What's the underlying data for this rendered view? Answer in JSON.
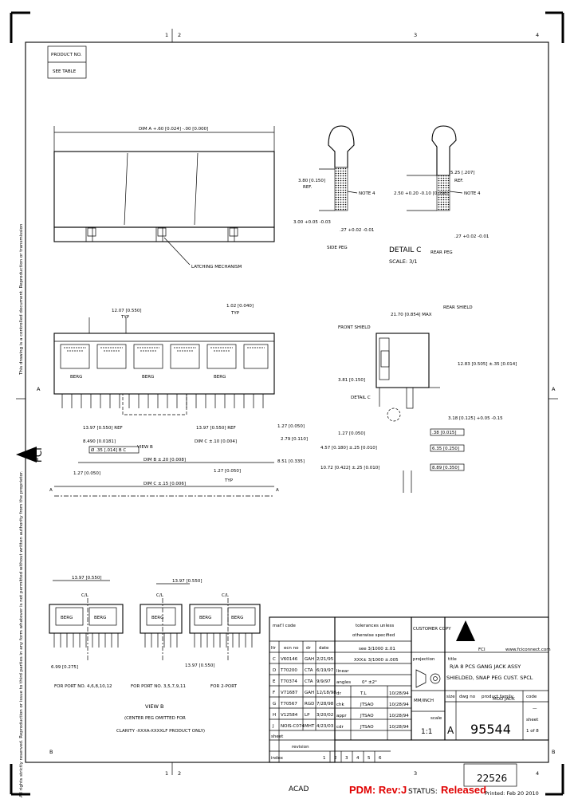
{
  "zones": {
    "top": [
      "1",
      "2",
      "3",
      "4"
    ],
    "left": [
      "A",
      "B"
    ]
  },
  "product_box": {
    "label": "PRODUCT NO.",
    "value": "SEE TABLE"
  },
  "detail": {
    "title": "DETAIL C",
    "scale": "SCALE: 3/1",
    "side_peg": "SIDE PEG",
    "rear_peg": "REAR PEG",
    "note4": "NOTE 4",
    "ref": "REF.",
    "dim1": "3.80 [0.150]",
    "dim2": "3.00 +0.05 -0.03",
    "dim3": "2.50 +0.20 -0.10 [0.098]",
    "dim4": "5.25 [.207]",
    "dim5": ".27 +0.02 -0.01"
  },
  "top_view": {
    "dim_a": "DIM A +.60 [0.024] -.00 [0.000]",
    "latching": "LATCHING MECHANISM"
  },
  "front_view": {
    "berg_labels": [
      "BERG",
      "BERG",
      "BERG"
    ],
    "dims": [
      "12.07 [0.550]",
      "TYP",
      "1.02 [0.040]",
      "TYP",
      "13.97 [0.550] REF",
      "13.97 [0.550] REF",
      "8.490 [0.0181]",
      "Ø .35 [.014] B C",
      "VIEW B",
      "DIM C ±.10 [0.004]",
      "DIM B ±.20 [0.008]",
      "1.27 [0.050]",
      "1.27 [0.050]",
      "DIM C ±.15 [0.006]",
      "1.27 [0.050]",
      "2.79 [0.110]",
      "8.51 [0.335]",
      "1.27 [0.050]",
      "TYP"
    ]
  },
  "side_view": {
    "rear_shield": "REAR SHIELD",
    "front_shield": "FRONT SHIELD",
    "detail_c": "DETAIL C",
    "dims": [
      "21.70 [0.854] MAX",
      "12.83 [0.505] ±.35 [0.014]",
      "3.81 [0.150]",
      "1.27 [0.050]",
      "3.18 [0.125] +0.05 -0.15",
      ".38 [0.015]",
      "4.57 [0.180] ±.25 [0.010]",
      "6.35 [0.250]",
      "10.72 [0.422] ±.25 [0.010]",
      "8.89 [0.350]"
    ]
  },
  "view_b": {
    "dims": [
      "13.97 [0.550]",
      "6.99 [0.275]",
      "13.97 [0.550]",
      "13.97 [0.550]"
    ],
    "cl": "C/L",
    "ports": [
      "FOR PORT NO. 4,6,8,10,12",
      "FOR PORT NO. 3,5,7,9,11",
      "FOR 2-PORT"
    ],
    "title": "VIEW B",
    "note1": "(CENTER PEG OMITTED FOR",
    "note2": "CLARITY -XXXA-XXXXLF PRODUCT ONLY)"
  },
  "side_text": {
    "left_top": "This drawing is a controlled document. Reproduction or transmission",
    "left_bottom": "All rights strictly reserved. Reproduction or issue to third parties in any form whatever is not permitted without written authority from the proprietor.",
    "logo": "FCI"
  },
  "revisions": {
    "header": [
      "ltr",
      "ecn no",
      "dr",
      "date"
    ],
    "rows": [
      [
        "C",
        "V60146",
        "GAH",
        "2/21/95"
      ],
      [
        "D",
        "T70200",
        "CTA",
        "6/19/97"
      ],
      [
        "E",
        "T70374",
        "CTA",
        "9/9/97"
      ],
      [
        "F",
        "V71687",
        "GAH",
        "12/18/98"
      ],
      [
        "G",
        "T70567",
        "RGD",
        "7/28/98"
      ],
      [
        "H",
        "V12584",
        "LP",
        "3/20/02"
      ],
      [
        "J",
        "NOIS-C074",
        "MHT",
        "4/23/03"
      ]
    ],
    "matl": "mat'l code",
    "sheet": "sheet",
    "revision": "revision",
    "index": "index",
    "index_nums": [
      "1",
      "2",
      "3",
      "4",
      "5",
      "6"
    ]
  },
  "tolerances": {
    "title1": "tolerances unless",
    "title2": "otherwise specified",
    "row1": "see 3/1000 ±.01",
    "row2": "XXX± 3/1000 ±.005",
    "row3": "0° ±2°",
    "linear": "linear",
    "angles": "angles",
    "labels": [
      "dr",
      "chk",
      "appr",
      "cdr"
    ],
    "names": [
      "T.L",
      "JTSAO",
      "JTSAO",
      "JTSAO"
    ],
    "dates": [
      "10/28/94",
      "10/28/94",
      "10/28/94",
      "10/28/94"
    ]
  },
  "customer": {
    "label": "CUSTOMER COPY",
    "projection": "projection",
    "units": "MM/INCH",
    "scale_label": "scale",
    "scale": "1:1"
  },
  "title_block": {
    "brand": "FCI",
    "website": "www.fciconnect.com",
    "title_label": "title",
    "title1": "R/A 8 PCS GANG JACK ASSY",
    "title2": "SHIELDED, SNAP PEG CUST. SPCL",
    "size_label": "size",
    "dwg_label": "dwg no",
    "family_label": "product family",
    "family": "MOD JACK",
    "code_label": "code",
    "code": "—",
    "size": "A",
    "dwg_no": "95544",
    "sheet_label": "sheet",
    "sheet": "1 of 8"
  },
  "bottom": {
    "acad": "ACAD",
    "pdm": "PDM: Rev:J",
    "status_label": "STATUS:",
    "status_value": "Released",
    "printed": "Printed: Feb 20 2010",
    "stamp": "22526"
  }
}
